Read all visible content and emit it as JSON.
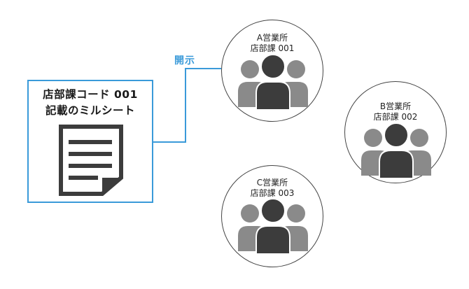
{
  "document": {
    "title_line1": "店部課コード 001",
    "title_line2": "記載のミルシート"
  },
  "connection": {
    "label": "開示",
    "color": "#3a9ad9"
  },
  "offices": [
    {
      "name": "A営業所",
      "dept": "店部課 001"
    },
    {
      "name": "B営業所",
      "dept": "店部課 002"
    },
    {
      "name": "C営業所",
      "dept": "店部課 003"
    }
  ],
  "icons": {
    "document": "document-icon",
    "people": "people-group-icon"
  },
  "colors": {
    "accent": "#3a9ad9",
    "icon_dark": "#3c3c3c",
    "icon_mid": "#6e6e6e",
    "icon_light": "#8a8a8a"
  }
}
